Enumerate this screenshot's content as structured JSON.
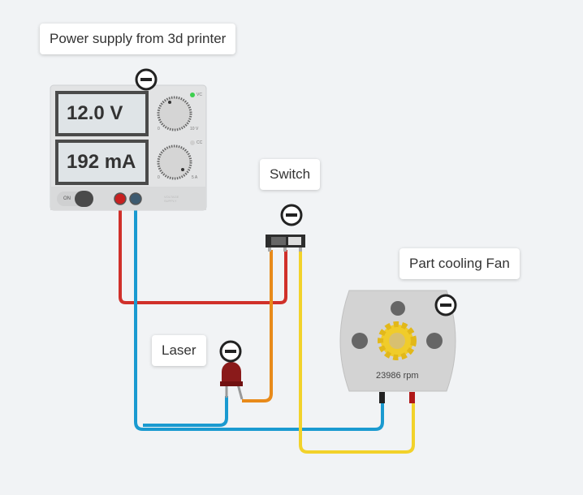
{
  "labels": {
    "power": "Power supply from 3d printer",
    "switch": "Switch",
    "fan": "Part cooling Fan",
    "laser": "Laser"
  },
  "power_supply": {
    "voltage": "12.0 V",
    "current": "192 mA",
    "vc": "VC",
    "cc": "CC",
    "v_min": "0",
    "v_max": "10 V",
    "a_min": "0",
    "a_max": "5 A",
    "on": "ON",
    "brand": "VOLTAGE SUPPLY"
  },
  "fan": {
    "speed": "23986 rpm"
  },
  "colors": {
    "red": "#d0302a",
    "blue": "#1a9ad0",
    "orange": "#e88a1a",
    "yellow": "#f2d22a",
    "background": "#f1f3f5"
  },
  "icons": {
    "collapse": "minus-circle-icon"
  }
}
